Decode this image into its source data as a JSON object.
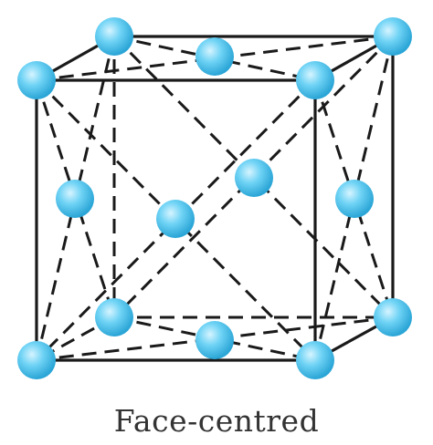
{
  "diagram": {
    "caption": "Face-centred",
    "colors": {
      "line": "#1a1a1a",
      "atom": "#5ecdf2",
      "atom_highlight": "#d6f4ff",
      "atom_shadow": "#2aa5d6"
    },
    "atoms": {
      "corners": [
        "front-top-left",
        "front-top-right",
        "front-bottom-left",
        "front-bottom-right",
        "back-top-left",
        "back-top-right",
        "back-bottom-left",
        "back-bottom-right"
      ],
      "faces": [
        "top",
        "bottom",
        "left",
        "right",
        "front",
        "back"
      ]
    }
  }
}
